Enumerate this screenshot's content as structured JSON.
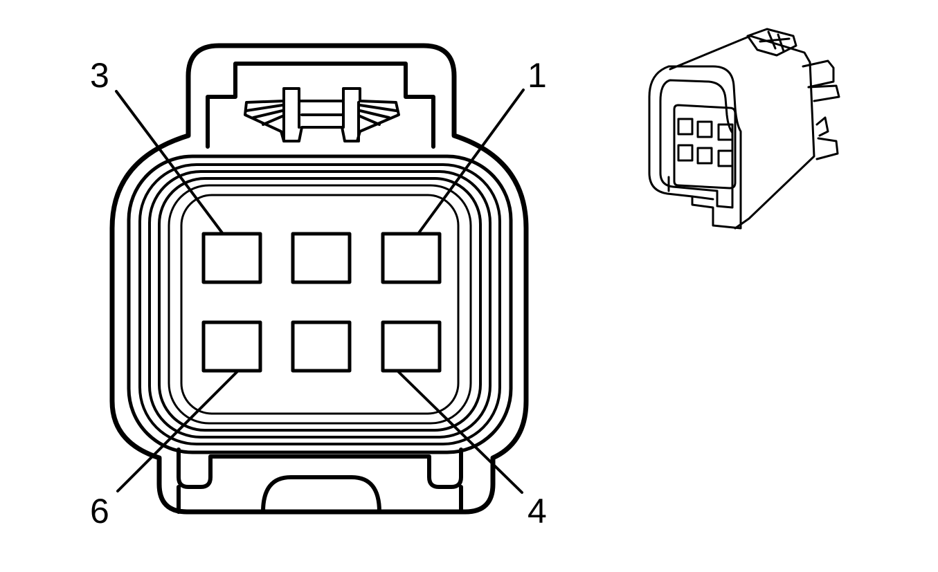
{
  "diagram": {
    "pin_labels": {
      "pin_3": "3",
      "pin_1": "1",
      "pin_6": "6",
      "pin_4": "4"
    },
    "colors": {
      "line": "#000000",
      "background": "#ffffff"
    }
  }
}
